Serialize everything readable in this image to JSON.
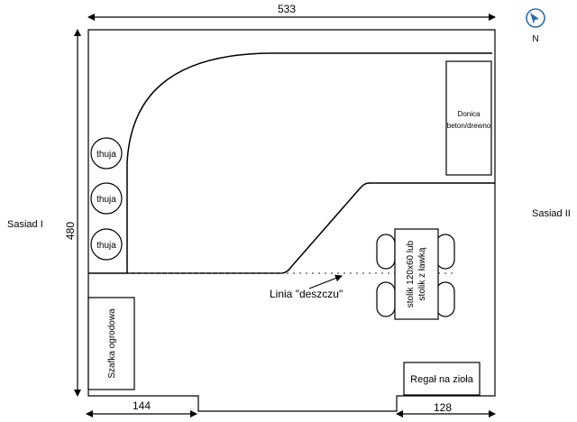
{
  "dimensions": {
    "top_width": "533",
    "left_height": "480",
    "bottom_left": "144",
    "bottom_right": "128"
  },
  "neighbors": {
    "left": "Sasiad I",
    "right": "Sasiad II"
  },
  "compass": {
    "label": "N",
    "icon": "compass-icon"
  },
  "planter": {
    "line1": "Donica",
    "line2": "beton/drewno"
  },
  "thujas": [
    "thuja",
    "thuja",
    "thuja"
  ],
  "table": {
    "line1": "stolik 120x60 lub",
    "line2": "stolik z ławką"
  },
  "rain_line": {
    "label": "Linia \"deszczu\""
  },
  "cabinet": {
    "label": "Szafka ogrodowa"
  },
  "shelf": {
    "label": "Regał na zioła"
  },
  "colors": {
    "line": "#000000",
    "dotted": "#555555",
    "compass_blue": "#2b6cb0",
    "shelf_overlay": "#e6e6e6"
  }
}
